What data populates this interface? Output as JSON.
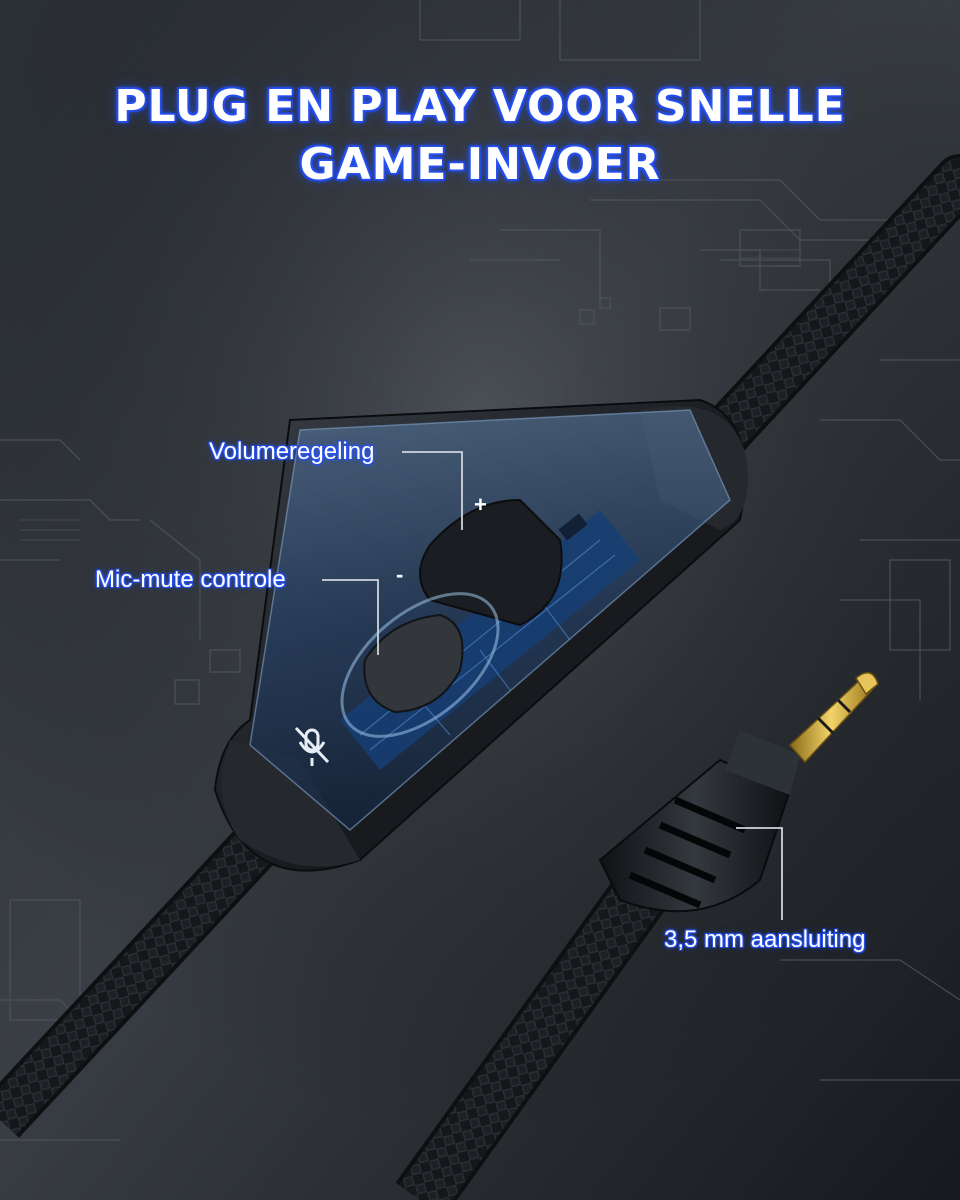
{
  "headline": {
    "line1": "PLUG EN PLAY VOOR SNELLE",
    "line2": "GAME-INVOER"
  },
  "callouts": {
    "volume": "Volumeregeling",
    "mic_mute": "Mic-mute controle",
    "jack": "3,5 mm aansluiting"
  },
  "controller": {
    "plus_symbol": "+",
    "minus_symbol": "-"
  },
  "colors": {
    "background": "#1f2328",
    "label_glow": "#2d5bff",
    "plug_gold": "#d9b23a",
    "circuit_blue": "#1e5aa8"
  },
  "icons": [
    "microphone-muted-icon"
  ]
}
